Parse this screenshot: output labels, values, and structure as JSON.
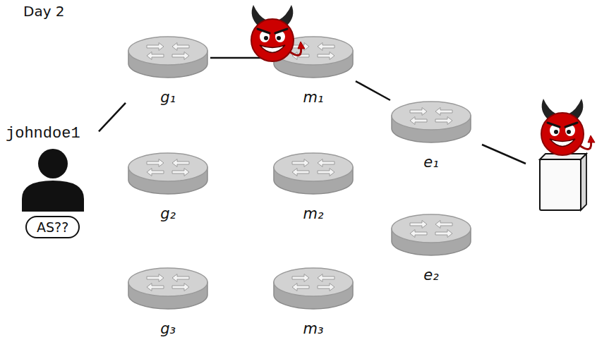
{
  "diagram": {
    "title": "Day 2",
    "nodes": [
      {
        "text": [
          "johndoe1",
          "AS??"
        ]
      },
      {
        "text": [
          "g₁"
        ]
      },
      {
        "text": [
          "m₁"
        ]
      },
      {
        "text": [
          "e₁"
        ]
      },
      {
        "text": [
          "g₂"
        ]
      },
      {
        "text": [
          "m₂"
        ]
      },
      {
        "text": [
          "e₂"
        ]
      },
      {
        "text": [
          "g₃"
        ]
      },
      {
        "text": [
          "m₃"
        ]
      }
    ],
    "edges": [
      {
        "from": 0,
        "to": 1,
        "arrow": "none"
      },
      {
        "from": 1,
        "to": 2,
        "arrow": "none"
      },
      {
        "from": 2,
        "to": 3,
        "arrow": "none"
      }
    ]
  }
}
